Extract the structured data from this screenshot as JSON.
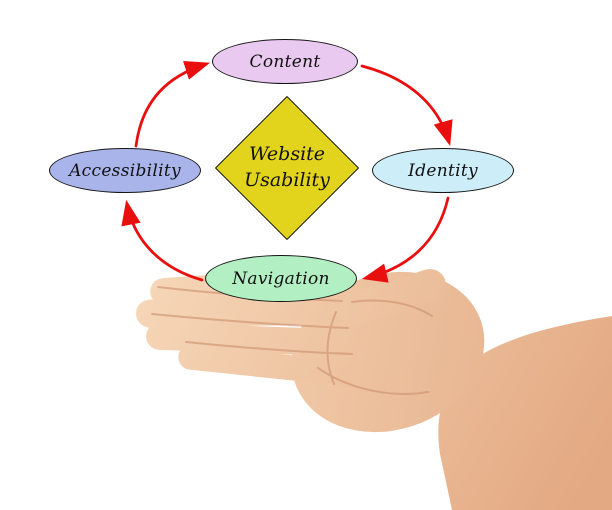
{
  "figure": {
    "name": "hand-holding-usability-diagram"
  },
  "diagram": {
    "center": {
      "line1": "Website",
      "line2": "Usability",
      "shape": "diamond",
      "fill": "#e2d41c"
    },
    "nodes": [
      {
        "id": "content",
        "label": "Content",
        "fill": "#eac9f0",
        "position": "top"
      },
      {
        "id": "identity",
        "label": "Identity",
        "fill": "#cdeef8",
        "position": "right"
      },
      {
        "id": "navigation",
        "label": "Navigation",
        "fill": "#b2f0c4",
        "position": "bottom"
      },
      {
        "id": "accessibility",
        "label": "Accessibility",
        "fill": "#a9b5ea",
        "position": "left"
      }
    ],
    "arrow_color": "#ea0f0f",
    "arrows": [
      {
        "from": "accessibility",
        "to": "content"
      },
      {
        "from": "content",
        "to": "identity"
      },
      {
        "from": "identity",
        "to": "navigation"
      },
      {
        "from": "navigation",
        "to": "accessibility"
      }
    ]
  },
  "hand": {
    "name": "open-hand",
    "highlight": "#f6d7b8",
    "shadow": "#e3a982",
    "crease": "#cf9471"
  }
}
